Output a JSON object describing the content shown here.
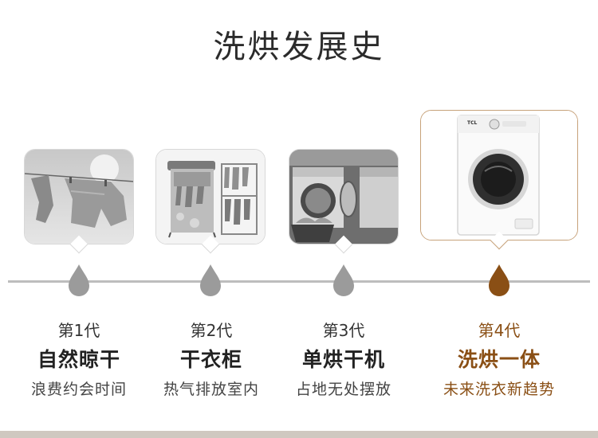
{
  "title": "洗烘发展史",
  "colors": {
    "accent": "#8a4f15",
    "gray_drop": "#9b9b9b",
    "line": "#bdbdbd"
  },
  "generations": [
    {
      "number": "第1代",
      "name": "自然晾干",
      "desc": "浪费约会时间",
      "icon": "hanging-clothes-image"
    },
    {
      "number": "第2代",
      "name": "干衣柜",
      "desc": "热气排放室内",
      "icon": "clothes-dryer-cabinet-image"
    },
    {
      "number": "第3代",
      "name": "单烘干机",
      "desc": "占地无处摆放",
      "icon": "laundry-room-dryer-image"
    },
    {
      "number": "第4代",
      "name": "洗烘一体",
      "desc": "未来洗衣新趋势",
      "icon": "washer-dryer-image",
      "brand": "TCL"
    }
  ]
}
